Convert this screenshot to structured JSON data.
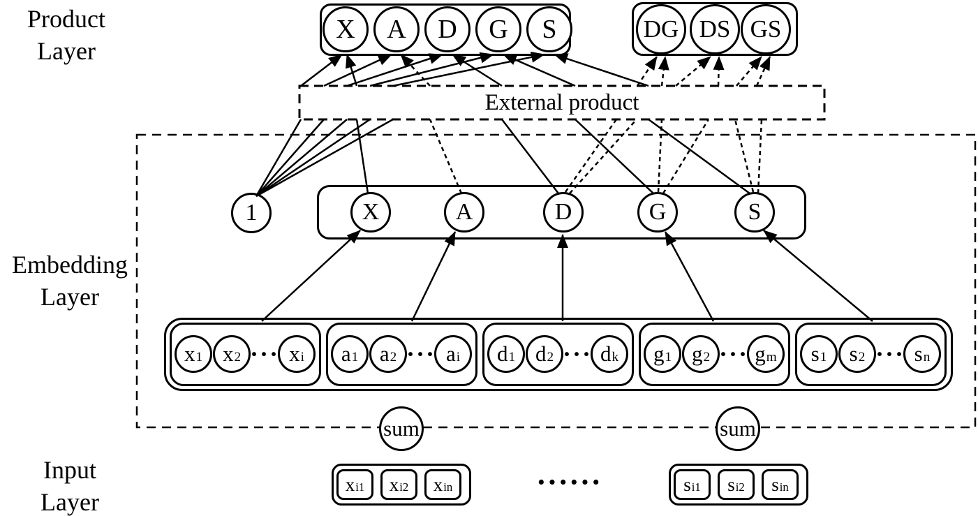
{
  "colors": {
    "ink": "#000000",
    "background": "#ffffff"
  },
  "side_labels": {
    "product_layer": [
      "Product",
      "Layer"
    ],
    "embedding_layer": [
      "Embedding",
      "Layer"
    ],
    "input_layer": [
      "Input",
      "Layer"
    ]
  },
  "product_layer": {
    "single_nodes": [
      "X",
      "A",
      "D",
      "G",
      "S"
    ],
    "pair_nodes": [
      "DG",
      "DS",
      "GS"
    ]
  },
  "external_product": {
    "label": "External product"
  },
  "embedding": {
    "bias_node": "1",
    "nodes": [
      "X",
      "A",
      "D",
      "G",
      "S"
    ],
    "dots": "···",
    "groups": [
      {
        "items": [
          {
            "base": "x",
            "sub": "1"
          },
          {
            "base": "x",
            "sub": "2"
          },
          {
            "base": "x",
            "sub": "i"
          }
        ]
      },
      {
        "items": [
          {
            "base": "a",
            "sub": "1"
          },
          {
            "base": "a",
            "sub": "2"
          },
          {
            "base": "a",
            "sub": "i"
          }
        ]
      },
      {
        "items": [
          {
            "base": "d",
            "sub": "1"
          },
          {
            "base": "d",
            "sub": "2"
          },
          {
            "base": "d",
            "sub": "k"
          }
        ]
      },
      {
        "items": [
          {
            "base": "g",
            "sub": "1"
          },
          {
            "base": "g",
            "sub": "2"
          },
          {
            "base": "g",
            "sub": "m"
          }
        ]
      },
      {
        "items": [
          {
            "base": "s",
            "sub": "1"
          },
          {
            "base": "s",
            "sub": "2"
          },
          {
            "base": "s",
            "sub": "n"
          }
        ]
      }
    ],
    "sum_left": "sum",
    "sum_right": "sum"
  },
  "input_layer": {
    "left_items": [
      {
        "base": "x",
        "sub": "i1"
      },
      {
        "base": "x",
        "sub": "i2"
      },
      {
        "base": "x",
        "sub": "in"
      }
    ],
    "middle_dots": "······",
    "right_items": [
      {
        "base": "s",
        "sub": "i1"
      },
      {
        "base": "s",
        "sub": "i2"
      },
      {
        "base": "s",
        "sub": "in"
      }
    ]
  },
  "connections": {
    "solid_via_external_product": [
      [
        "1",
        "X"
      ],
      [
        "1",
        "A"
      ],
      [
        "1",
        "D"
      ],
      [
        "1",
        "G"
      ],
      [
        "1",
        "S"
      ],
      [
        "X",
        "X"
      ],
      [
        "D",
        "D"
      ],
      [
        "G",
        "G"
      ],
      [
        "S",
        "S"
      ]
    ],
    "dashed_via_external_product": [
      [
        "A",
        "A"
      ],
      [
        "D",
        "DG"
      ],
      [
        "G",
        "DG"
      ],
      [
        "D",
        "DS"
      ],
      [
        "S",
        "DS"
      ],
      [
        "G",
        "GS"
      ],
      [
        "S",
        "GS"
      ]
    ],
    "group_to_embedding_solid": [
      [
        "x-group",
        "X"
      ],
      [
        "a-group",
        "A"
      ],
      [
        "d-group",
        "D"
      ],
      [
        "g-group",
        "G"
      ],
      [
        "s-group",
        "S"
      ]
    ]
  }
}
